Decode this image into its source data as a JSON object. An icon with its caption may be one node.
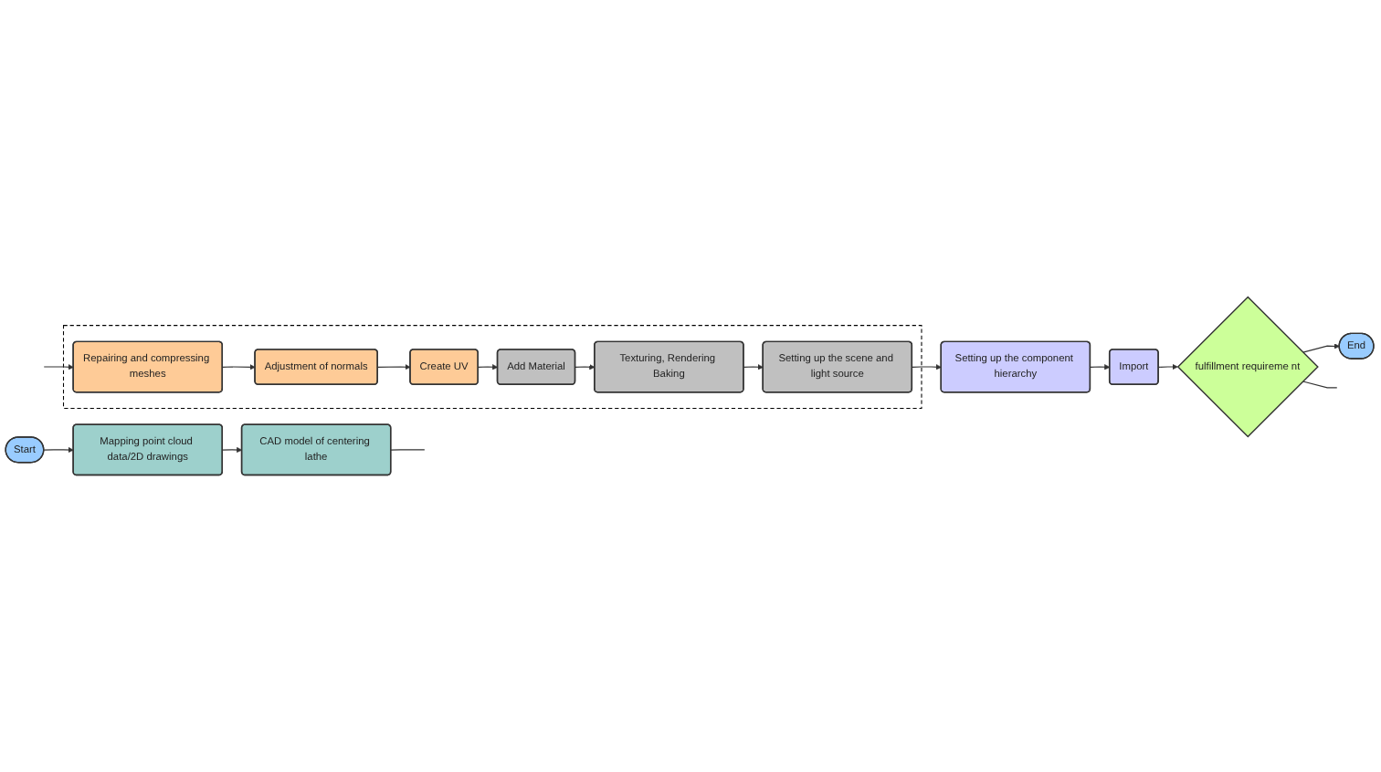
{
  "diagram": {
    "nodes": [
      {
        "text": [
          "Start"
        ]
      },
      {
        "text": [
          "Mapping point cloud data/2D drawings"
        ]
      },
      {
        "text": [
          "CAD model of centering lathe"
        ]
      },
      {
        "text": [],
        "shape": "box"
      },
      {
        "text": [
          "Create UV"
        ],
        "in": 3
      },
      {
        "text": [
          "Add Material"
        ],
        "in": 3
      },
      {
        "text": [
          "Adjustment of normals"
        ],
        "in": 3
      },
      {
        "text": [
          "Texturing, Rendering Baking"
        ],
        "in": 3
      },
      {
        "text": [
          "Repairing and compressing meshes"
        ],
        "in": 3
      },
      {
        "text": [
          "Setting up the scene and light source"
        ],
        "in": 3
      },
      {
        "text": [
          "End"
        ]
      },
      {
        "text": [
          "fulfillment requireme nt"
        ]
      },
      {
        "text": [
          "Import"
        ]
      },
      {
        "text": [
          "Setting up the component hierarchy"
        ]
      }
    ],
    "edges": [
      {
        "from": 0,
        "to": 1,
        "arrow": "to"
      },
      {
        "from": 1,
        "to": 2,
        "arrow": "to"
      },
      {
        "from": 2,
        "to": null,
        "arrow": "none"
      },
      {
        "from": null,
        "to": 8,
        "arrow": "to"
      },
      {
        "from": 8,
        "to": 6,
        "arrow": "to"
      },
      {
        "from": 6,
        "to": 4,
        "arrow": "to"
      },
      {
        "from": 4,
        "to": 5,
        "arrow": "to"
      },
      {
        "from": 5,
        "to": 7,
        "arrow": "to"
      },
      {
        "from": 7,
        "to": 9,
        "arrow": "to"
      },
      {
        "from": 9,
        "to": 13,
        "arrow": "to"
      },
      {
        "from": 13,
        "to": 12,
        "arrow": "to"
      },
      {
        "from": 12,
        "to": 11,
        "arrow": "to"
      },
      {
        "from": 11,
        "to": 10,
        "arrow": "to"
      },
      {
        "from": 11,
        "to": null,
        "arrow": "none"
      }
    ]
  }
}
